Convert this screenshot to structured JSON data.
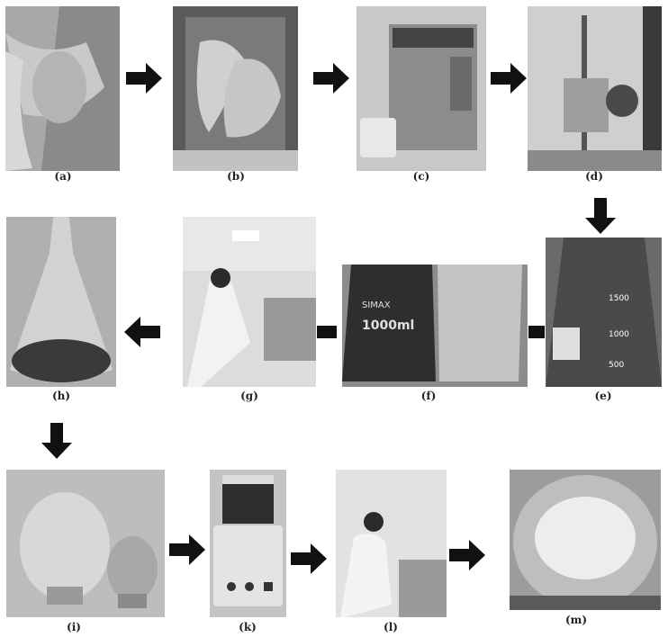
{
  "figure": {
    "panels": [
      {
        "id": "a",
        "label": "(a)",
        "content": "hand-holding-powder"
      },
      {
        "id": "b",
        "label": "(b)",
        "content": "cloth-bundles-in-tray"
      },
      {
        "id": "c",
        "label": "(c)",
        "content": "ultrasonic-bath"
      },
      {
        "id": "d",
        "label": "(d)",
        "content": "rotary-evaporator"
      },
      {
        "id": "e",
        "label": "(e)",
        "content": "graduated-flask-dark-liquid"
      },
      {
        "id": "f",
        "label": "(f)",
        "content": "two-flasks"
      },
      {
        "id": "g",
        "label": "(g)",
        "content": "researcher-at-bench"
      },
      {
        "id": "h",
        "label": "(h)",
        "content": "flask-with-residue"
      },
      {
        "id": "i",
        "label": "(i)",
        "content": "round-flasks"
      },
      {
        "id": "k",
        "label": "(k)",
        "content": "magnetic-stirrer"
      },
      {
        "id": "l",
        "label": "(l)",
        "content": "researcher-weighing"
      },
      {
        "id": "m",
        "label": "(m)",
        "content": "white-powder-product"
      }
    ],
    "flask_markings": {
      "e": [
        "1500",
        "1000",
        "500"
      ],
      "f_left": [
        "SIMAX",
        "1000ml"
      ]
    },
    "arrow_icon": "arrow-icon",
    "arrow_color": "#111111"
  }
}
